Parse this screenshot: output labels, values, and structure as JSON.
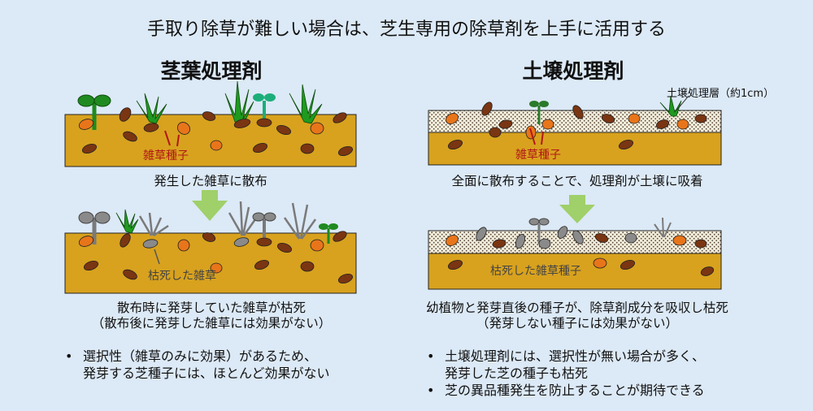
{
  "header": "手取り除草が難しい場合は、芝生専用の除草剤を上手に活用する",
  "left": {
    "title": "茎葉処理剤",
    "seed_label": "雑草種子",
    "step1_caption": "発生した雑草に散布",
    "dead_label": "枯死した雑草",
    "result_line1": "散布時に発芽していた雑草が枯死",
    "result_line2": "（散布後に発芽した雑草には効果がない）",
    "bullet_symbol": "•",
    "bullets": [
      {
        "line1": "選択性（雑草のみに効果）があるため、",
        "line2": "発芽する芝種子には、ほとんど効果がない"
      }
    ]
  },
  "right": {
    "title": "土壌処理剤",
    "layer_label": "土壌処理層（約1cm）",
    "seed_label": "雑草種子",
    "step1_caption": "全面に散布することで、処理剤が土壌に吸着",
    "dead_label": "枯死した雑草種子",
    "result_line1": "幼植物と発芽直後の種子が、除草剤成分を吸収し枯死",
    "result_line2": "（発芽しない種子には効果がない）",
    "bullet_symbol": "•",
    "bullets": [
      {
        "line1": "土壌処理剤には、選択性が無い場合が多く、",
        "line2": "発芽した芝の種子も枯死"
      },
      {
        "line1": "芝の異品種発生を防止することが期待できる",
        "line2": ""
      }
    ]
  },
  "colors": {
    "background": "#dce9f6",
    "soil": "#d8a21e",
    "seed_brown": "#7a3512",
    "seed_orange": "#e8751a",
    "arrow": "#9fd06a",
    "label_red": "#b01818",
    "dead_gray": "#8a8a8a"
  }
}
